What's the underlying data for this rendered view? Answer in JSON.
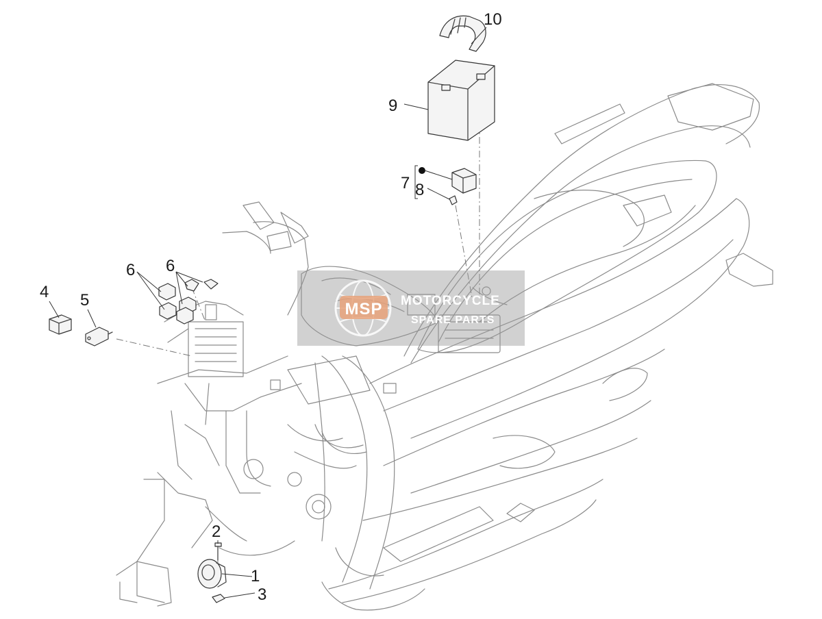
{
  "callouts": {
    "c1": "1",
    "c2": "2",
    "c3": "3",
    "c4": "4",
    "c5": "5",
    "c6a": "6",
    "c6b": "6",
    "c7": "7",
    "c8": "8",
    "c9": "9",
    "c10": "10"
  },
  "watermark": {
    "logo": "MSP",
    "line1": "MOTORCYCLE",
    "line2": "SPARE PARTS"
  }
}
